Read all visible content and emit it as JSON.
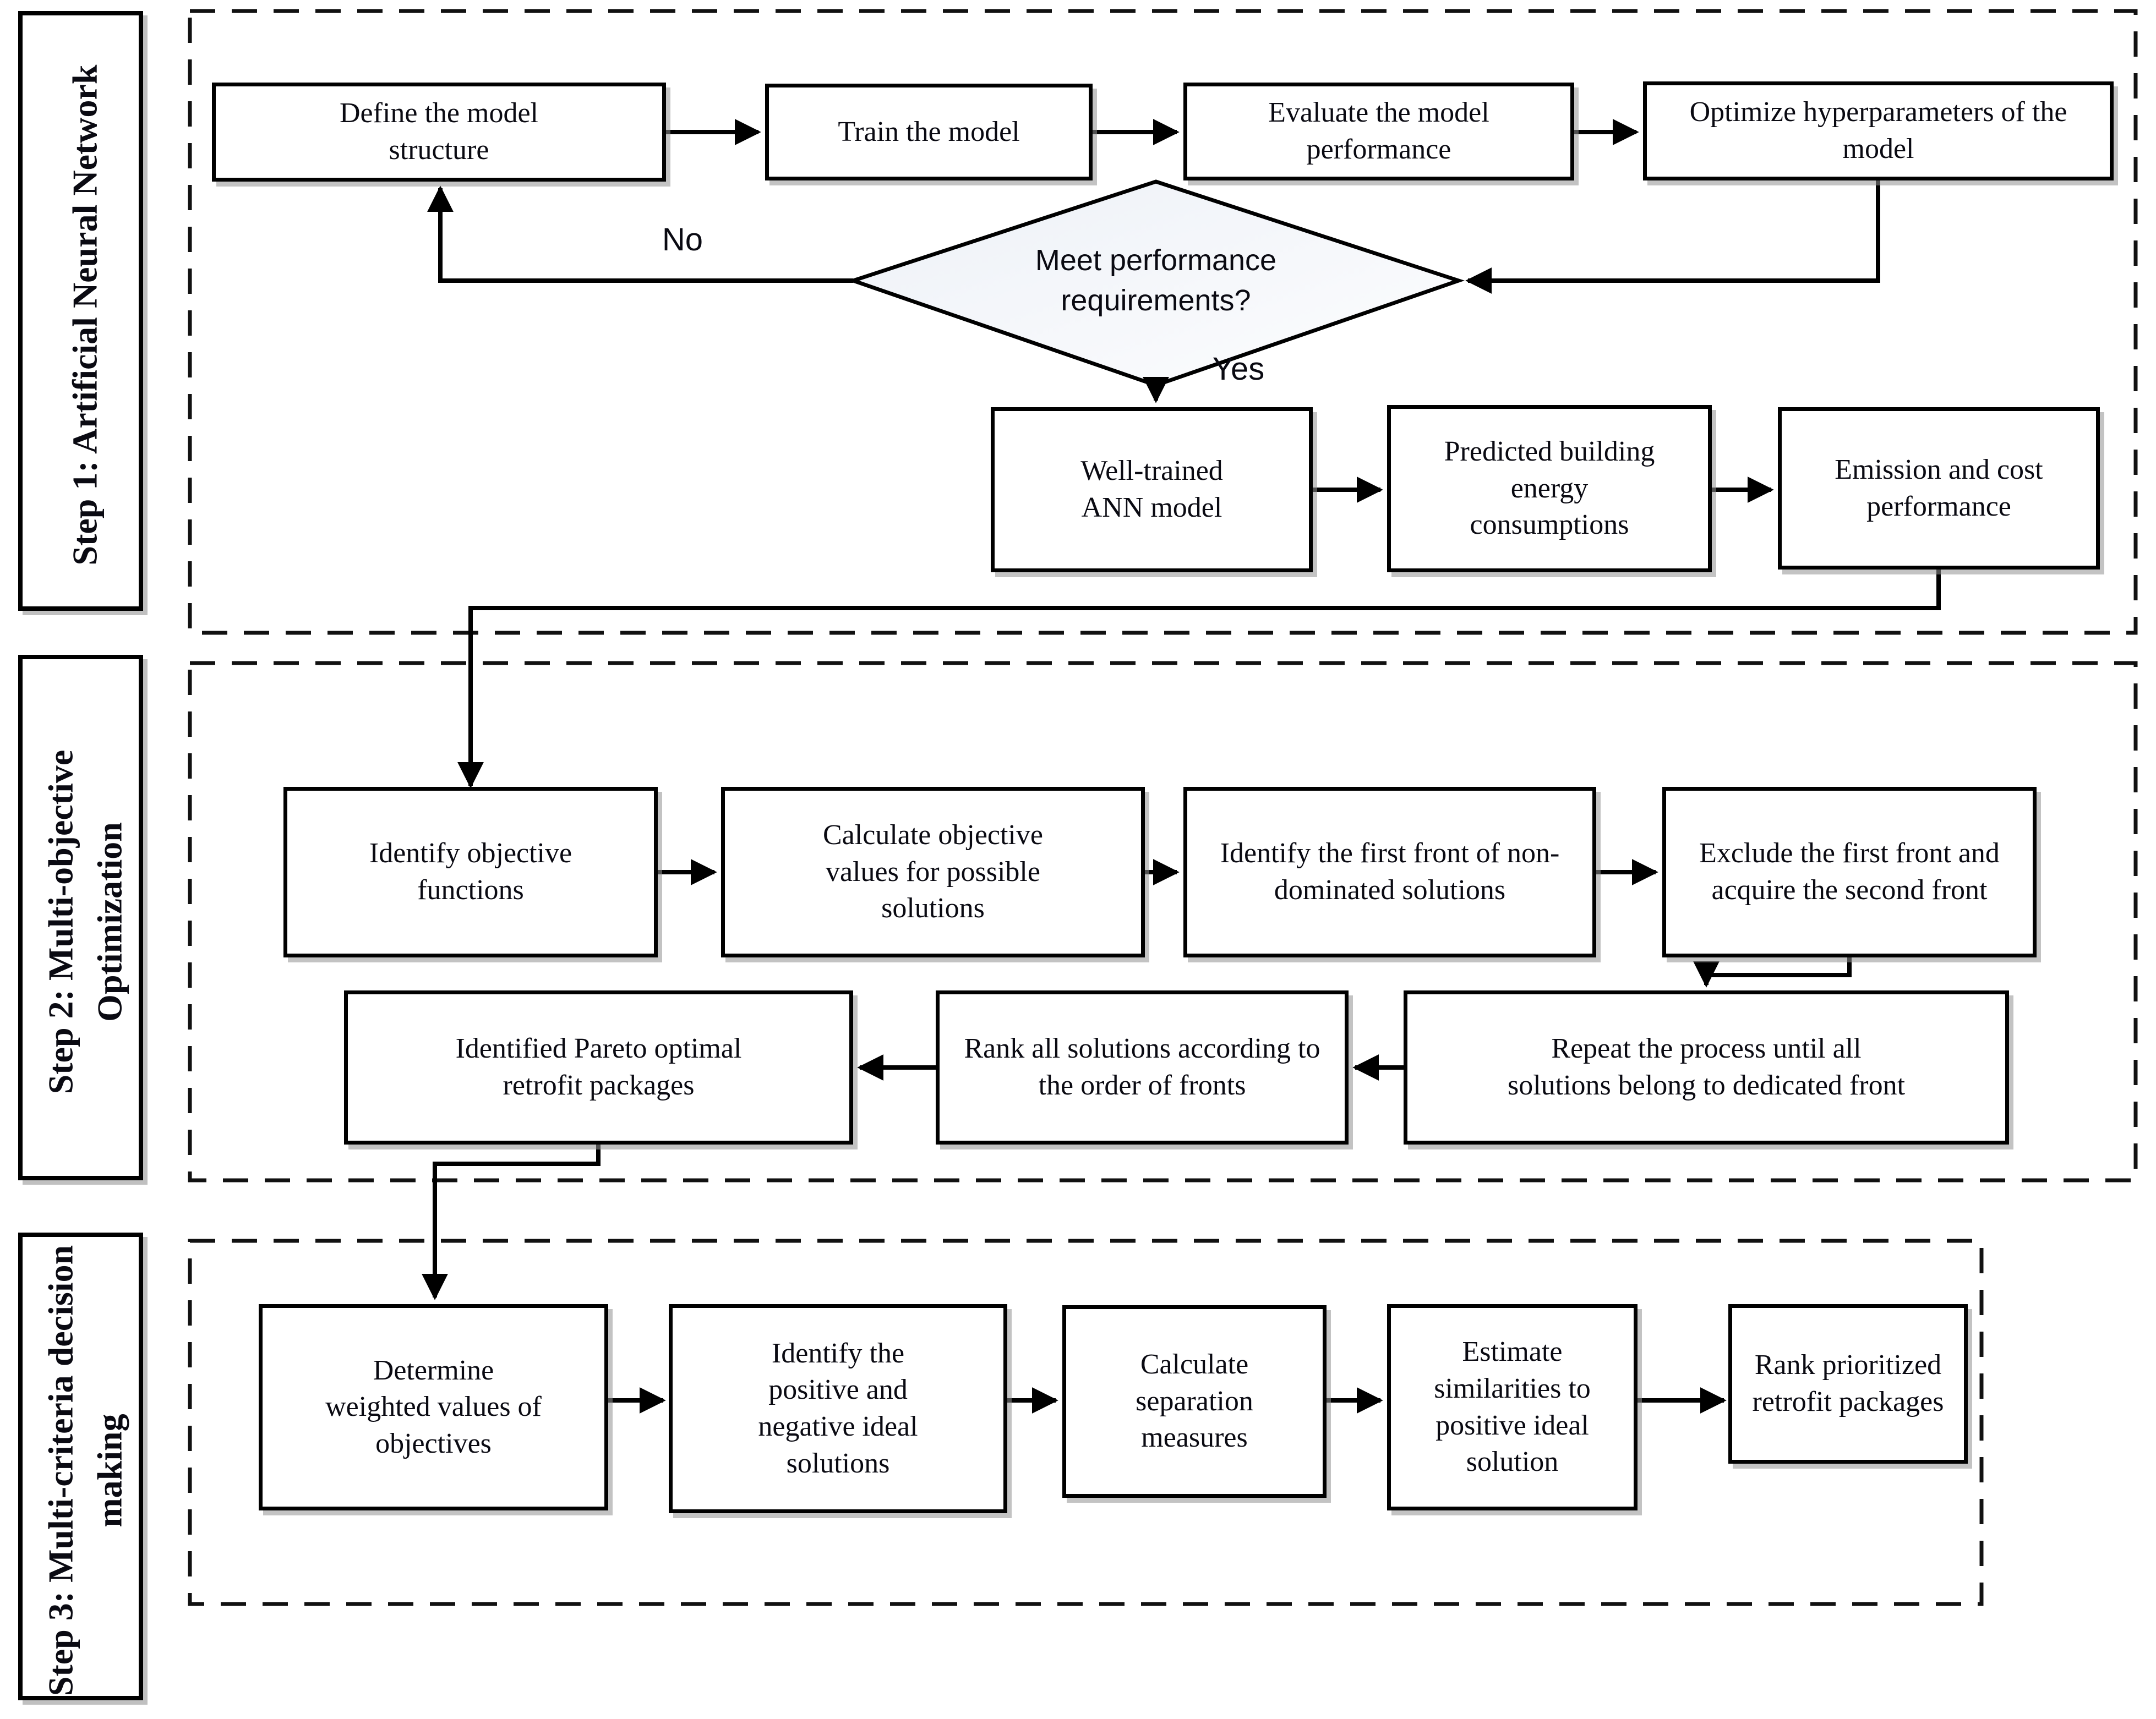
{
  "figure": {
    "type": "flowchart",
    "description": "Three-step retrofit optimization methodology flowchart"
  },
  "colors": {
    "line": "#000000",
    "box_border": "#000000",
    "box_fill": "#ffffff",
    "box_shadow": "#919191",
    "diamond_fill_light": "#fdfdfe",
    "diamond_fill_shade": "#edf1f7",
    "dashed_border": "#111111"
  },
  "steps": [
    {
      "id": "step1",
      "label": "Step 1: Artificial Neural Network",
      "boxes": [
        {
          "text": "Define the  model structure"
        },
        {
          "text": "Train the model"
        },
        {
          "text": "Evaluate the model performance"
        },
        {
          "text": "Optimize hyperparameters of the model"
        },
        {
          "text": "Well-trained ANN model"
        },
        {
          "text": "Predicted building energy consumptions"
        },
        {
          "text": "Emission and cost performance"
        }
      ],
      "decision": {
        "text": "Meet performance requirements?",
        "yes_label": "Yes",
        "no_label": "No"
      }
    },
    {
      "id": "step2",
      "label": "Step 2: Multi-objective Optimization",
      "boxes": [
        {
          "text": "Identify objective functions"
        },
        {
          "text": "Calculate objective values for possible solutions"
        },
        {
          "text": "Identify the first front of non-dominated solutions"
        },
        {
          "text": "Exclude the first front and acquire the second front"
        },
        {
          "text": "Repeat the process until all solutions belong to dedicated front"
        },
        {
          "text": "Rank all solutions according to the order of fronts"
        },
        {
          "text": "Identified Pareto optimal retrofit packages"
        }
      ]
    },
    {
      "id": "step3",
      "label": "Step 3: Multi-criteria decision making",
      "boxes": [
        {
          "text": "Determine weighted values of objectives"
        },
        {
          "text": "Identify the positive and negative ideal solutions"
        },
        {
          "text": "Calculate separation measures"
        },
        {
          "text": "Estimate similarities to positive ideal solution"
        },
        {
          "text": "Rank prioritized retrofit packages"
        }
      ]
    }
  ]
}
